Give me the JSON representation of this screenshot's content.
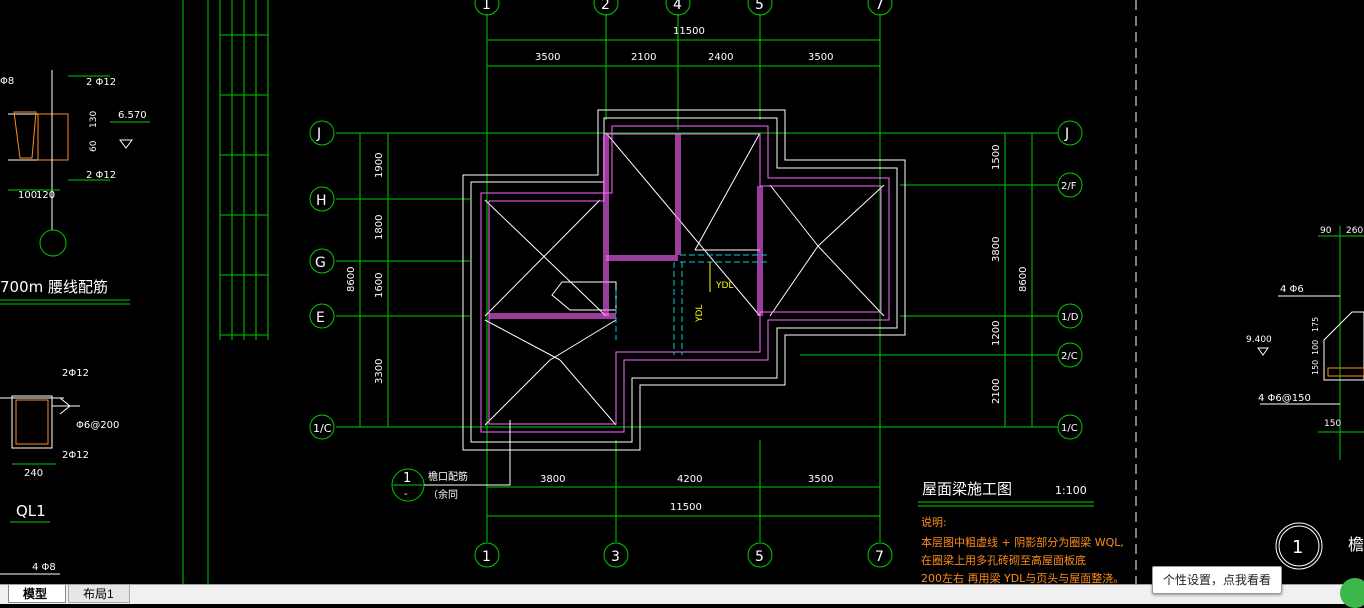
{
  "colors": {
    "background": "#000000",
    "grid_line": "#00cc00",
    "wall": "#ff66ff",
    "roof_line": "#ffffff",
    "annotation": "#ff8c1a",
    "beam_dashed": "#00d0d0",
    "beam_label": "#ffff00"
  },
  "plan": {
    "top_axes": [
      "1",
      "2",
      "4",
      "5",
      "7"
    ],
    "top_total": "11500",
    "top_dims": [
      "3500",
      "2100",
      "2400",
      "3500"
    ],
    "bottom_axes": [
      "1",
      "3",
      "5",
      "7"
    ],
    "bottom_dims": [
      "3800",
      "4200",
      "3500"
    ],
    "bottom_total": "11500",
    "left_axes": [
      "J",
      "H",
      "G",
      "E",
      "1/C"
    ],
    "left_dims": [
      "1900",
      "1800",
      "1600",
      "3300"
    ],
    "left_total": "8600",
    "right_axes": [
      "J",
      "2/F",
      "1/D",
      "2/C",
      "1/C"
    ],
    "right_dims": [
      "1500",
      "3800",
      "1200",
      "2100"
    ],
    "right_total": "8600",
    "beam_label_1": "YDL",
    "beam_label_2": "YDL",
    "eave_note_title": "檐口配筋",
    "eave_note_sub": "（余同",
    "eave_circle": "1",
    "eave_circle_sub": "-"
  },
  "title_block": {
    "title": "屋面梁施工图",
    "scale": "1:100",
    "notes_heading": "说明:",
    "notes_line1": "本层图中粗虚线    + 阴影部分为圈梁    WQL,",
    "notes_line2": "在圈梁上用多孔砖砌至高屋面板底",
    "notes_line3": "200左右 再用梁    YDL与页头与屋面整浇。"
  },
  "left_details": {
    "top_label_phi": "Φ8",
    "rebar_top": "2 Φ12",
    "rebar_bottom": "2 Φ12",
    "elev": "6.570",
    "dim_130": "130",
    "dim_60": "60",
    "dim_100": "100",
    "dim_120": "120",
    "caption": "700m 腰线配筋",
    "ql_rebar_top": "2Φ12",
    "ql_stirrup": "Φ6@200",
    "ql_rebar_bottom": "2Φ12",
    "ql_width": "240",
    "ql_name": "QL1",
    "bottom_phi": "4 Φ8"
  },
  "right_detail": {
    "dim_90": "90",
    "dim_260": "260",
    "rebar_top": "4 Φ6",
    "elev": "9.400",
    "dim_175": "175",
    "dim_100": "100",
    "dim_150a": "150",
    "stirrup": "4 Φ6@150",
    "dim_150b": "150",
    "circle": "1",
    "partial_title": "檐"
  },
  "tabs": [
    "模型",
    "布局1"
  ],
  "tooltip": "个性设置，点我看看"
}
